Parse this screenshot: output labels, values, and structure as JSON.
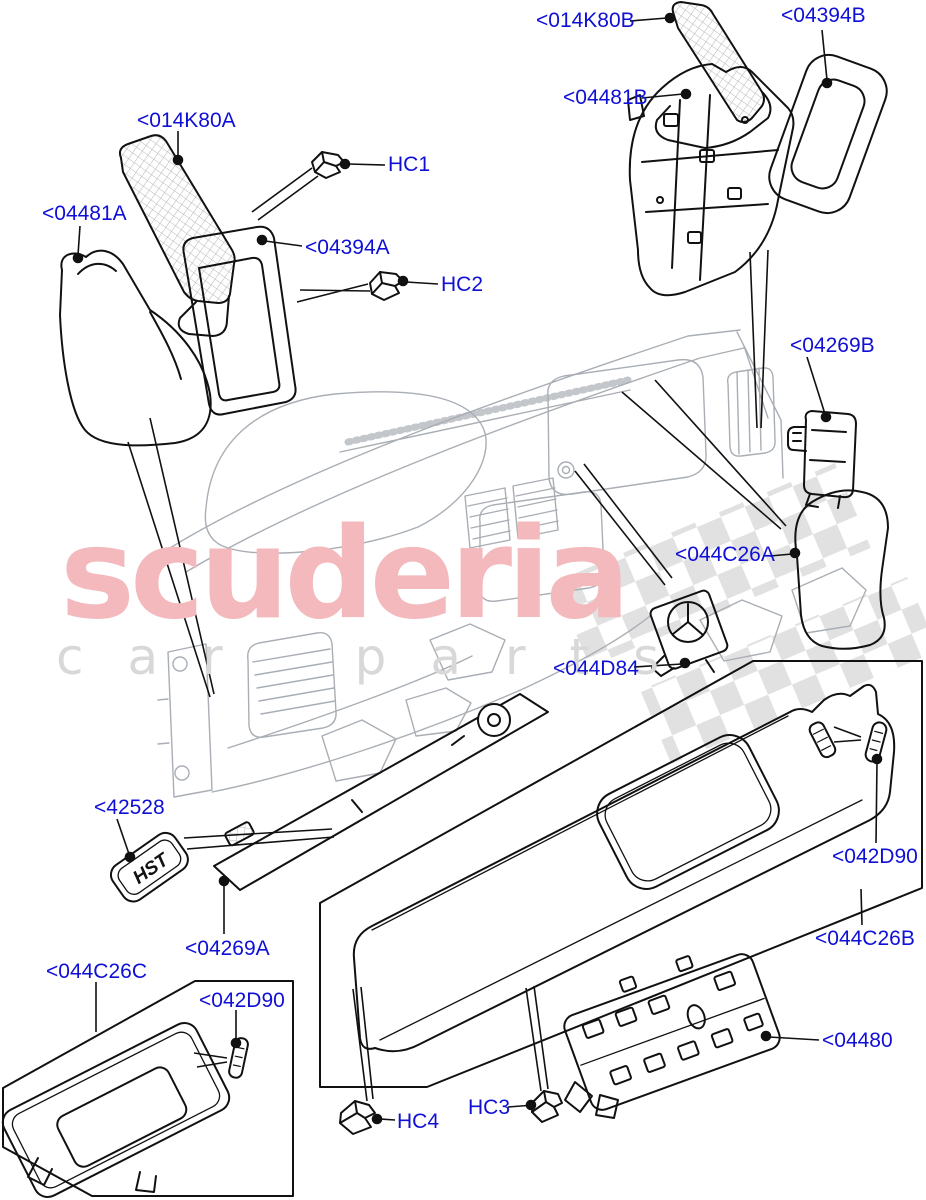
{
  "page": {
    "background": "#ffffff"
  },
  "watermark": {
    "brand": "scuderia",
    "tagline": "car parts",
    "brand_color": "#f3b9bd",
    "tagline_color": "#d8d8d8",
    "checker_color": "#dcdcdc"
  },
  "diagram": {
    "type": "exploded-parts-diagram",
    "subject": "instrument panel / dashboard trim",
    "badge": {
      "text": "HST"
    },
    "label_color": "#0f0fd6",
    "line_color": "#111111",
    "ghost_color": "#a9aeb5"
  },
  "labels": {
    "p014k80b": "<014K80B",
    "p04394b": "<04394B",
    "p04481b": "<04481B",
    "p014k80a": "<014K80A",
    "hc1": "HC1",
    "p04481a": "<04481A",
    "p04394a": "<04394A",
    "hc2": "HC2",
    "p04269b": "<04269B",
    "p044c26a": "<044C26A",
    "p044d84": "<044D84",
    "p42528": "<42528",
    "p042d90_right": "<042D90",
    "p04269a": "<04269A",
    "p044c26b": "<044C26B",
    "p044c26c": "<044C26C",
    "p042d90_left": "<042D90",
    "p04480": "<04480",
    "hc3": "HC3",
    "hc4": "HC4"
  }
}
